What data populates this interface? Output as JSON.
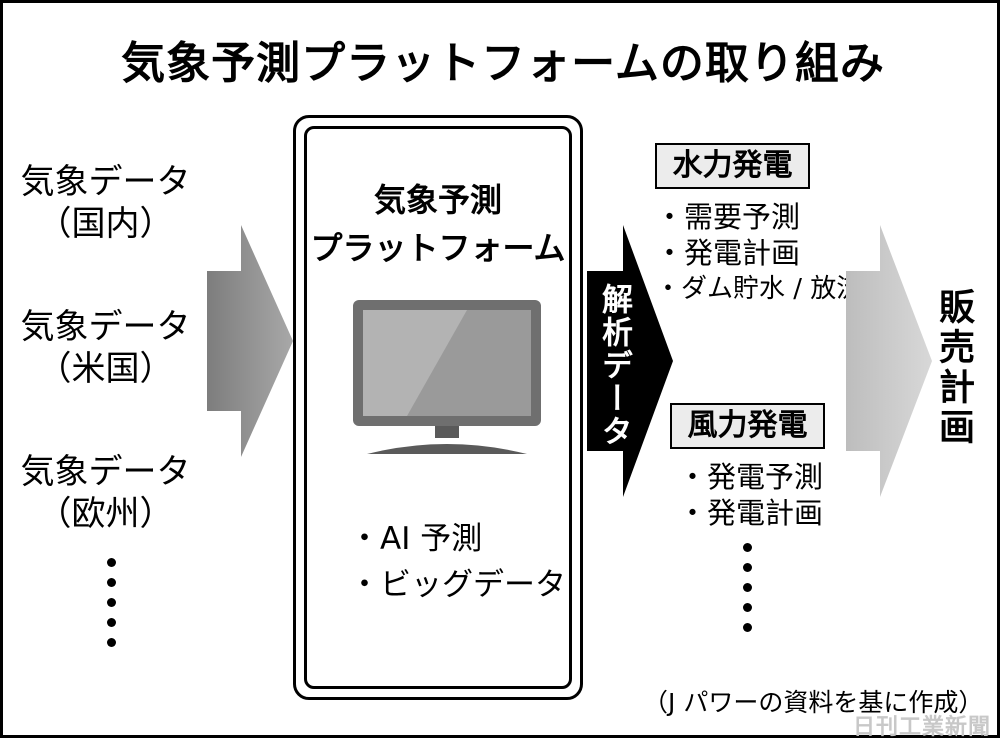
{
  "title": "気象予測プラットフォームの取り組み",
  "sources": [
    {
      "line1": "気象データ",
      "line2": "（国内）"
    },
    {
      "line1": "気象データ",
      "line2": "（米国）"
    },
    {
      "line1": "気象データ",
      "line2": "（欧州）"
    }
  ],
  "platform": {
    "title_line1": "気象予測",
    "title_line2": "プラットフォーム",
    "features": [
      "・AI 予測",
      "・ビッグデータ"
    ],
    "icon": "monitor-icon"
  },
  "analysis_label": "解析データ",
  "outputs": {
    "hydro": {
      "title": "水力発電",
      "items": [
        "・需要予測",
        "・発電計画",
        "・ダム貯水 / 放流"
      ]
    },
    "wind": {
      "title": "風力発電",
      "items": [
        "・発電予測",
        "・発電計画"
      ]
    }
  },
  "sales_label": "販売計画",
  "source_note": "（J パワーの資料を基に作成）",
  "logo_text": "日刊工業新聞",
  "colors": {
    "arrow_dark": "#8a8a8a",
    "arrow_light": "#c9c9c9",
    "analysis_arrow": "#000000",
    "box_fill": "#ececec"
  }
}
